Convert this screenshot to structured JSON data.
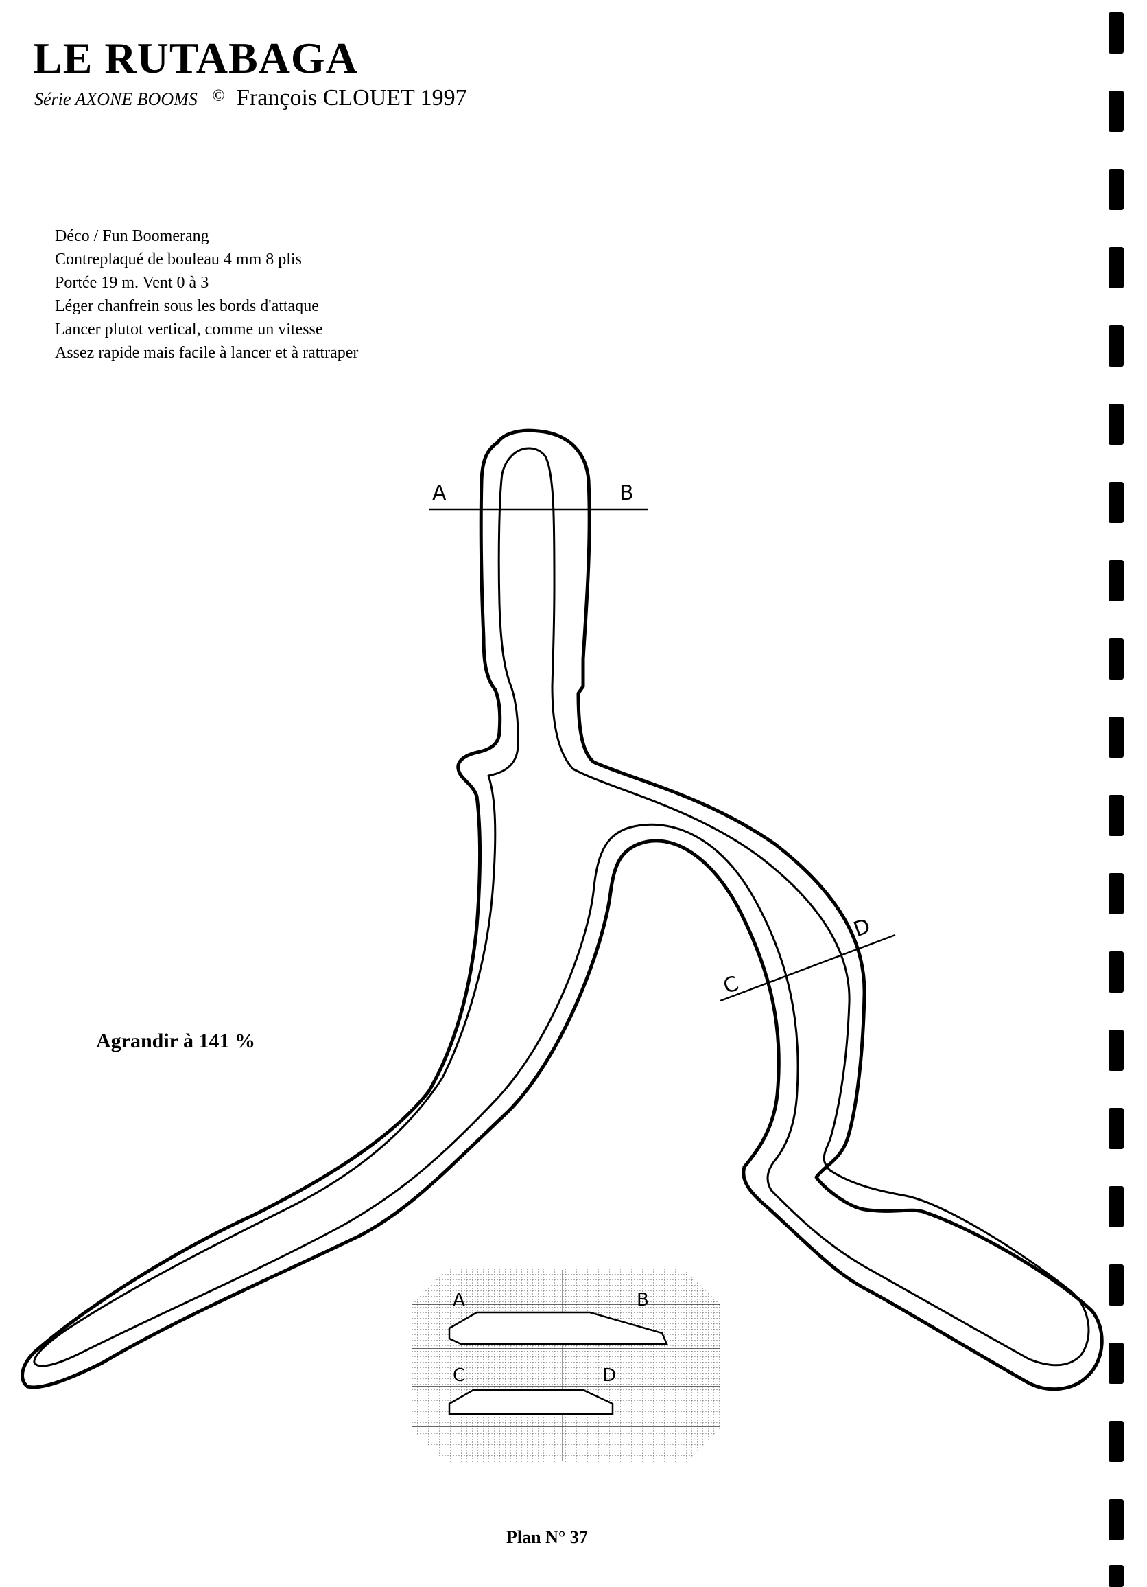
{
  "title": "LE RUTABAGA",
  "subtitle": {
    "series": "Série AXONE BOOMS",
    "copyright_symbol": "©",
    "author": "François CLOUET 1997"
  },
  "notes": [
    "Déco / Fun Boomerang",
    "Contreplaqué de bouleau 4 mm 8 plis",
    "Portée 19 m. Vent 0 à 3",
    "Léger chanfrein sous les bords d'attaque",
    "Lancer plutot vertical, comme un vitesse",
    "Assez rapide mais facile à lancer et à rattraper"
  ],
  "enlarge_note": "Agrandir à 141 %",
  "section_labels": {
    "a": "A",
    "b": "B",
    "c": "C",
    "d": "D"
  },
  "inset_labels": {
    "a": "A",
    "b": "B",
    "c": "C",
    "d": "D"
  },
  "plan_number": "Plan N° 37"
}
